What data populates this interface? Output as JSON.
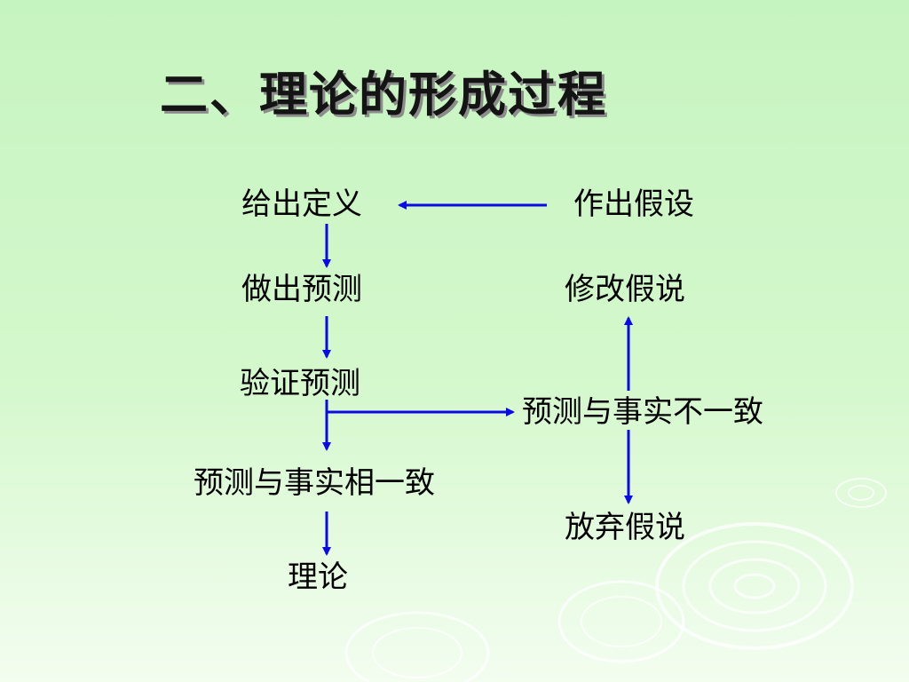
{
  "slide": {
    "title": "二、理论的形成过程"
  },
  "nodes": {
    "define": "给出定义",
    "hypothesis": "作出假设",
    "predict": "做出预测",
    "modify": "修改假说",
    "verify": "验证预测",
    "mismatch": "预测与事实不一致",
    "match": "预测与事实相一致",
    "abandon": "放弃假说",
    "theory": "理论"
  },
  "colors": {
    "arrow": "#0a0ae6",
    "text": "#000000"
  }
}
